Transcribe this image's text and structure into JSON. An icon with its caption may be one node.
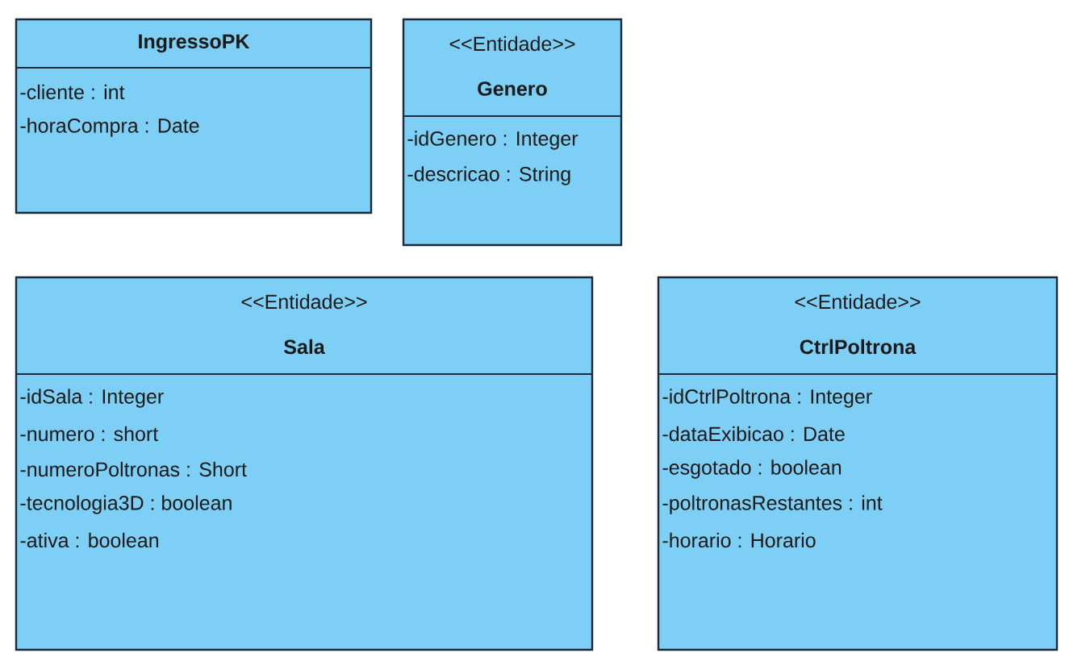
{
  "diagram": {
    "nodes": [
      {
        "text": [
          "IngressoPK",
          "-cliente : int",
          "-horaCompra : Date"
        ]
      },
      {
        "text": [
          "<<Entidade>>",
          "Genero",
          "-idGenero : Integer",
          "-descricao : String"
        ]
      },
      {
        "text": [
          "<<Entidade>>",
          "Sala",
          "-idSala : Integer",
          "-numero : short",
          "-numeroPoltronas : Short",
          "-tecnologia3D : boolean",
          "-ativa : boolean"
        ]
      },
      {
        "text": [
          "<<Entidade>>",
          "CtrlPoltrona",
          "-idCtrlPoltrona : Integer",
          "-dataExibicao : Date",
          "-esgotado : boolean",
          "-poltronasRestantes : int",
          "-horario : Horario"
        ]
      }
    ]
  }
}
